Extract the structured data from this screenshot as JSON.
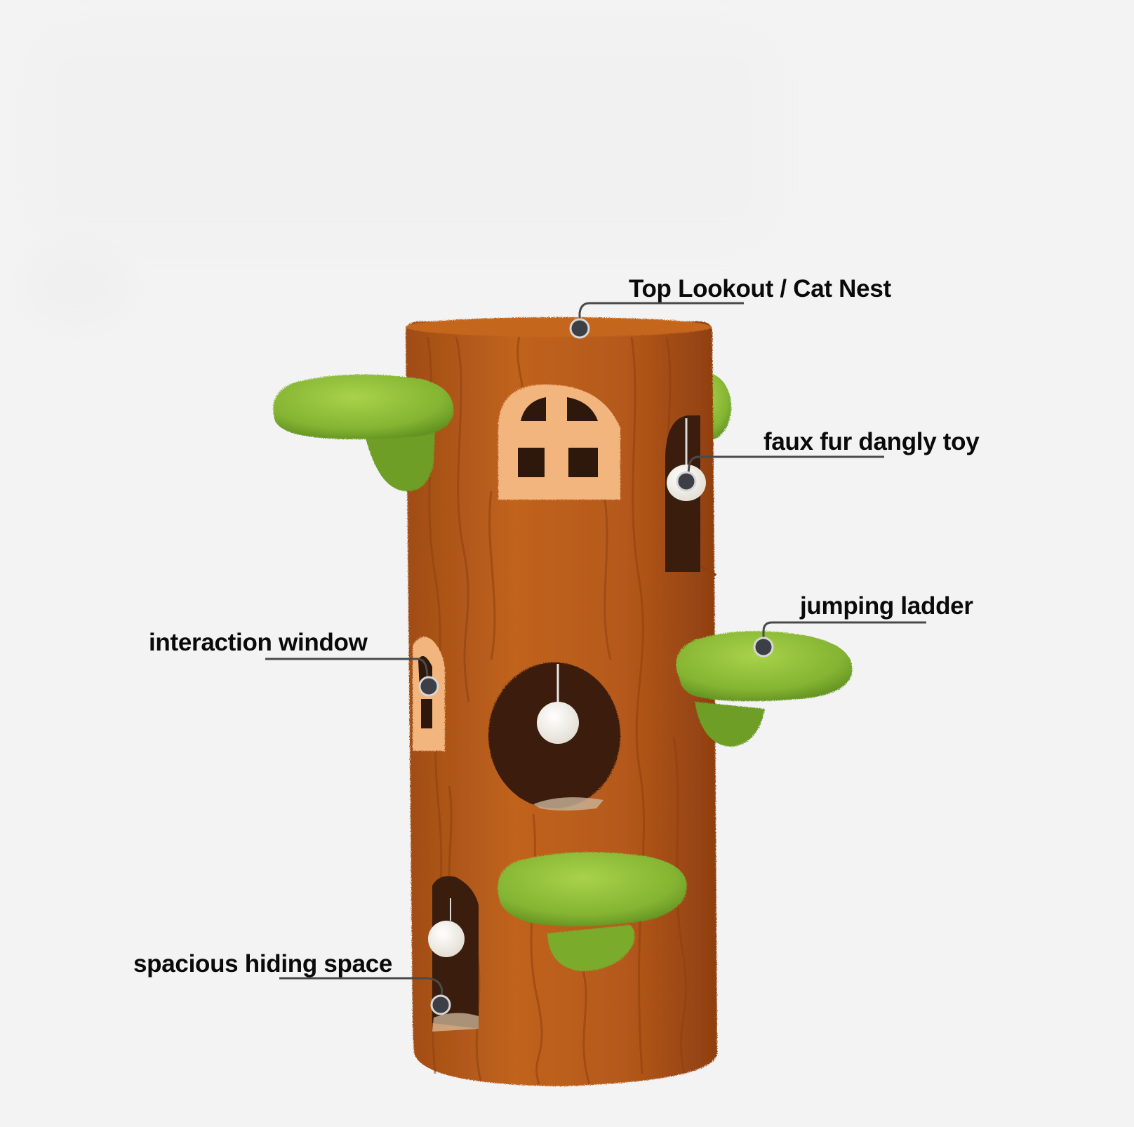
{
  "image": {
    "subject": "tree-trunk cat tree with mushroom platforms",
    "background_color": "#f3f3f3",
    "colors": {
      "trunk": "#b4581c",
      "trunk_dark": "#8f3f10",
      "trunk_grain": "#9a4812",
      "opening": "#3a1d0c",
      "window_frame": "#f0b27a",
      "moss": "#7fb02e",
      "moss_light": "#a4cf45",
      "pompom": "#f4f1ea",
      "leader_line": "#4a4a4a",
      "marker": "#3c3f45",
      "marker_ring": "#d8d8d8"
    }
  },
  "callouts": [
    {
      "id": "top-lookout",
      "label": "Top Lookout / Cat Nest"
    },
    {
      "id": "dangly-toy",
      "label": "faux fur dangly toy"
    },
    {
      "id": "jumping-ladder",
      "label": "jumping ladder"
    },
    {
      "id": "interaction-window",
      "label": "interaction window"
    },
    {
      "id": "hiding-space",
      "label": "spacious hiding space"
    }
  ]
}
